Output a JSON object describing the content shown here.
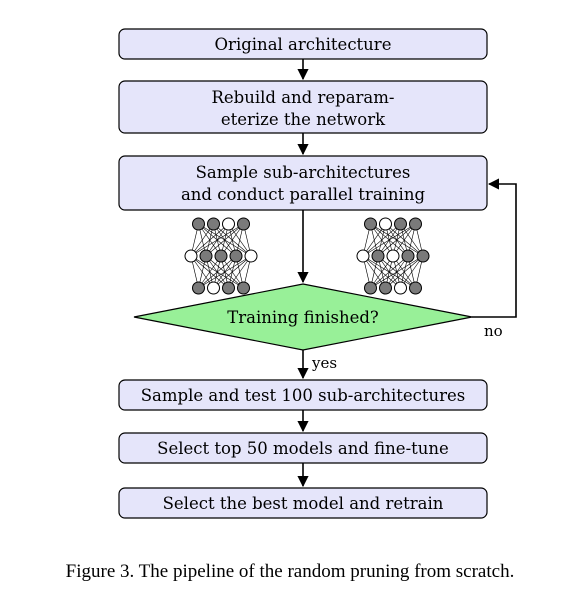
{
  "steps": {
    "original": "Original architecture",
    "rebuild_line1": "Rebuild and reparam-",
    "rebuild_line2": "eterize the network",
    "sample_line1": "Sample sub-architectures",
    "sample_line2": "and conduct parallel training",
    "decision": "Training finished?",
    "test": "Sample and test 100 sub-architectures",
    "select": "Select top 50 models and fine-tune",
    "best": "Select the best model and retrain"
  },
  "edges": {
    "no_label": "no",
    "yes_label": "yes"
  },
  "caption": "Figure 3. The pipeline of the random pruning from scratch.",
  "networks": {
    "layers": [
      4,
      5,
      4
    ],
    "left_filled": [
      [
        1,
        1,
        0,
        1
      ],
      [
        0,
        1,
        1,
        1,
        0
      ],
      [
        1,
        0,
        1,
        1
      ]
    ],
    "right_filled": [
      [
        1,
        0,
        1,
        1
      ],
      [
        0,
        1,
        0,
        1,
        1
      ],
      [
        1,
        1,
        0,
        1
      ]
    ]
  },
  "colors": {
    "box_fill": "#e5e5fa",
    "diamond_fill": "#98f098",
    "node_filled": "#7a7a7a",
    "node_empty": "#ffffff"
  }
}
